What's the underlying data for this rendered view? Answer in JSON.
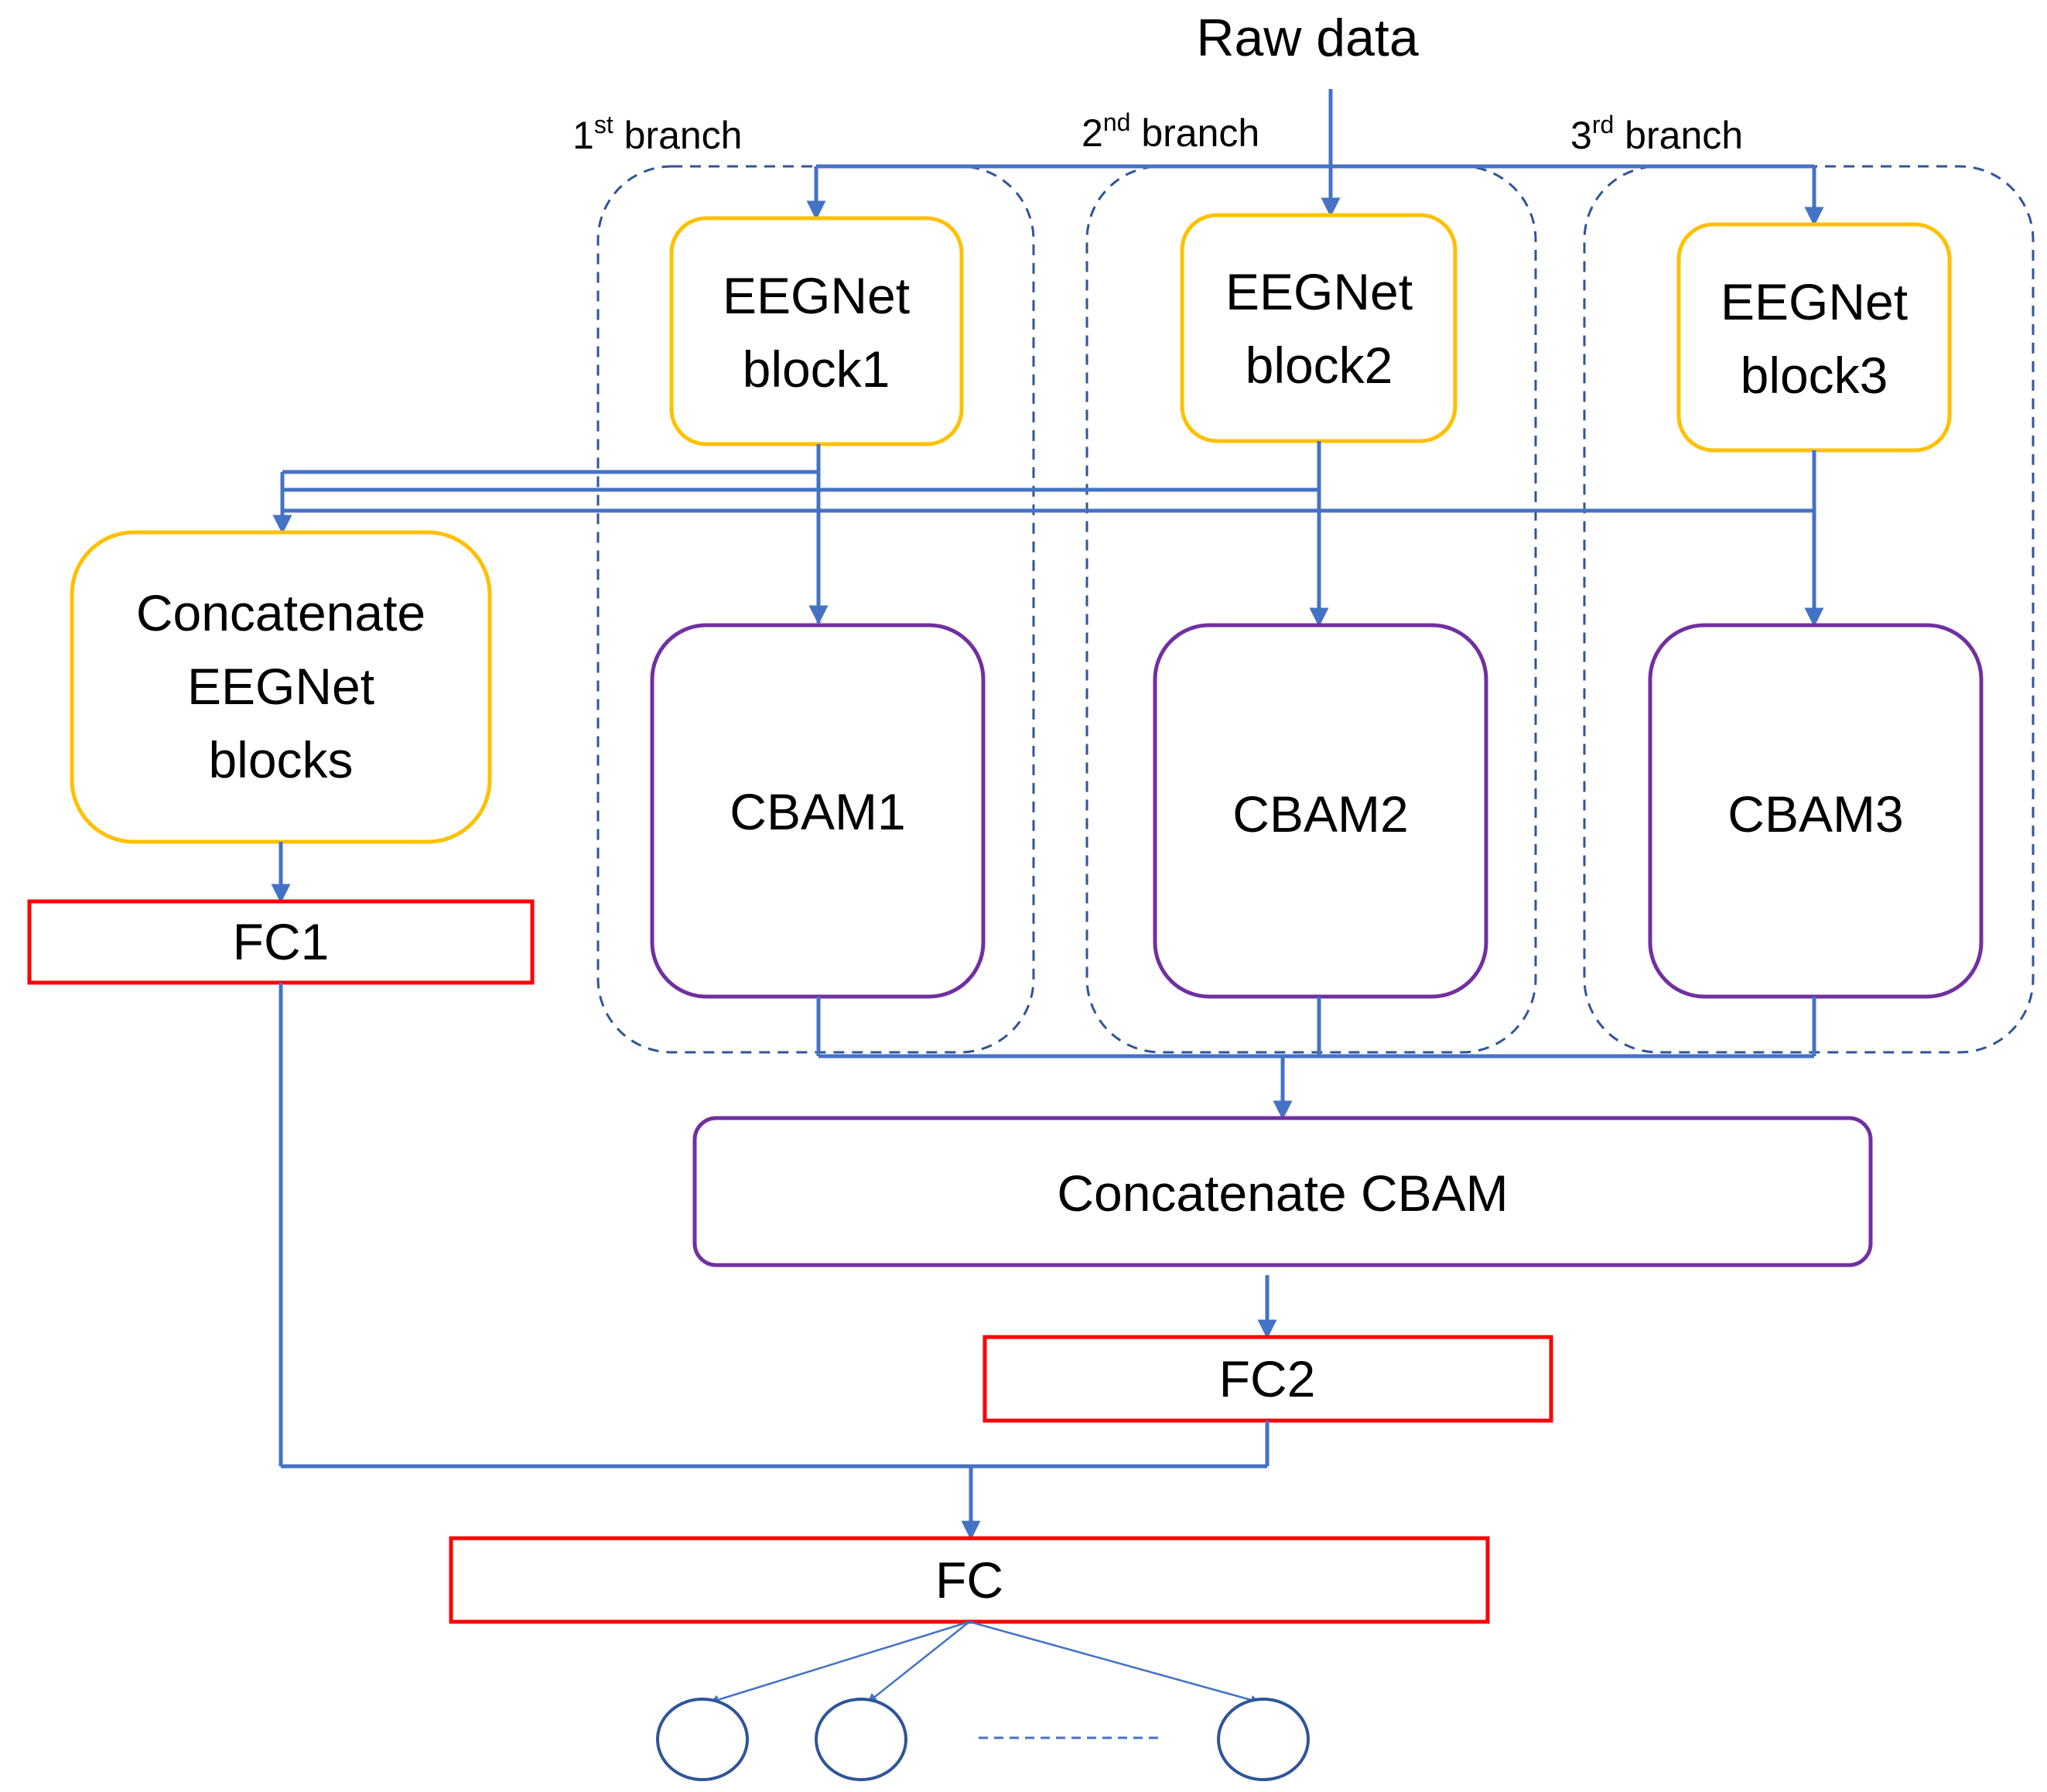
{
  "colors": {
    "connector": "#4472C4",
    "eegnet_border": "#FFC000",
    "cbam_border": "#7030A0",
    "fc_border": "#FF0000",
    "branch_border": "#2F5597",
    "text": "#000000"
  },
  "input": {
    "label": "Raw data"
  },
  "branches": [
    {
      "num": "1",
      "sup": "st",
      "word": "branch",
      "eegnet_lines": [
        "EEGNet",
        "block1"
      ],
      "cbam": "CBAM1"
    },
    {
      "num": "2",
      "sup": "nd",
      "word": "branch",
      "eegnet_lines": [
        "EEGNet",
        "block2"
      ],
      "cbam": "CBAM2"
    },
    {
      "num": "3",
      "sup": "rd",
      "word": "branch",
      "eegnet_lines": [
        "EEGNet",
        "block3"
      ],
      "cbam": "CBAM3"
    }
  ],
  "concat_eegnet": {
    "lines": [
      "Concatenate",
      "EEGNet",
      "blocks"
    ]
  },
  "concat_cbam": {
    "label": "Concatenate CBAM"
  },
  "fc1": {
    "label": "FC1"
  },
  "fc2": {
    "label": "FC2"
  },
  "fc": {
    "label": "FC"
  },
  "outputs": {
    "count_shown": 3,
    "ellipsis": "dashed"
  }
}
